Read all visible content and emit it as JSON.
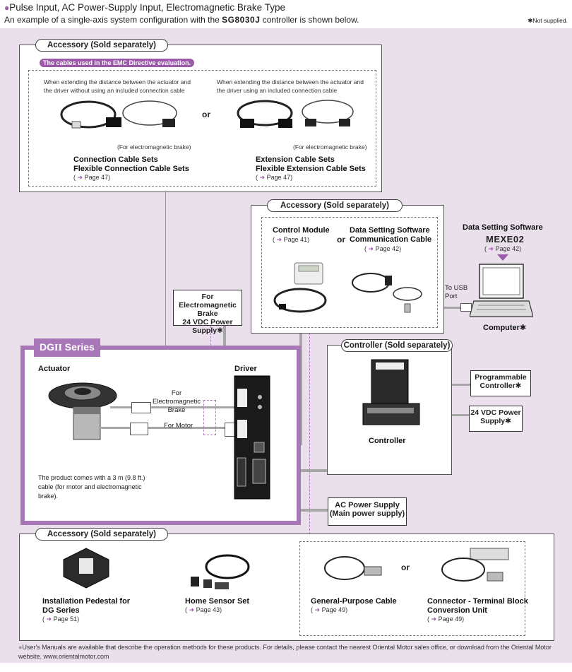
{
  "heading": {
    "title": "Pulse Input, AC Power-Supply Input, Electromagnetic Brake Type",
    "subtitle_pre": "An example of a single-axis system configuration with the ",
    "subtitle_model": "SG8030J",
    "subtitle_post": " controller is shown below.",
    "note": "✱Not supplied."
  },
  "top_accessory": {
    "tag": "Accessory (Sold separately)",
    "emc_note": "The cables used in the EMC Directive evaluation.",
    "left_desc": "When extending the distance between the actuator and the driver without using an included connection cable",
    "right_desc": "When extending the distance between the actuator and the driver using an included connection cable",
    "or": "or",
    "brake_note_left": "(For electromagnetic brake)",
    "brake_note_right": "(For electromagnetic brake)",
    "left_name1": "Connection Cable Sets",
    "left_name2": "Flexible Connection Cable Sets",
    "left_page": "Page 47",
    "right_name1": "Extension Cable Sets",
    "right_name2": "Flexible Extension Cable Sets",
    "right_page": "Page 47"
  },
  "mid_accessory": {
    "tag": "Accessory (Sold separately)",
    "control_module": "Control Module",
    "control_module_page": "Page 41",
    "or": "or",
    "comm_cable1": "Data Setting Software",
    "comm_cable2": "Communication Cable",
    "comm_cable_page": "Page 42"
  },
  "software": {
    "title": "Data Setting Software",
    "name": "MEXE02",
    "page": "Page 42",
    "usb1": "To USB",
    "usb2": "Port",
    "computer": "Computer✱"
  },
  "brake_power": {
    "line1": "For Electromagnetic",
    "line2": "Brake",
    "line3": "24 VDC Power Supply✱"
  },
  "dg_series": {
    "title_a": "DG",
    "title_b": "II",
    "title_c": " Series",
    "actuator": "Actuator",
    "driver": "Driver",
    "brake_label1": "For Electromagnetic",
    "brake_label2": "Brake",
    "motor_label": "For Motor",
    "note": "The product comes with a 3 m (9.8 ft.) cable (for motor and electromagnetic brake)."
  },
  "controller": {
    "tag": "Controller (Sold separately)",
    "name": "Controller",
    "plc1": "Programmable",
    "plc2": "Controller✱",
    "ps1": "24 VDC Power",
    "ps2": "Supply✱"
  },
  "ac_power": {
    "line1": "AC Power Supply",
    "line2": "(Main power supply)"
  },
  "bottom_accessory": {
    "tag": "Accessory (Sold separately)",
    "pedestal1": "Installation Pedestal for",
    "pedestal2a": "DG",
    "pedestal2b": " Series",
    "pedestal_page": "Page 51",
    "home_sensor": "Home Sensor Set",
    "home_sensor_page": "Page 43",
    "gp_cable": "General-Purpose Cable",
    "gp_cable_page": "Page 49",
    "or": "or",
    "terminal1": "Connector - Terminal Block",
    "terminal2": "Conversion Unit",
    "terminal_page": "Page 49"
  },
  "footer": {
    "text": "User's Manuals are available that describe the operation methods for these products. For details, please contact the nearest Oriental Motor sales office, or download from the Oriental Motor website. www.orientalmotor.com"
  },
  "colors": {
    "accent": "#9b59a8",
    "panel": "#e9e0ec"
  }
}
